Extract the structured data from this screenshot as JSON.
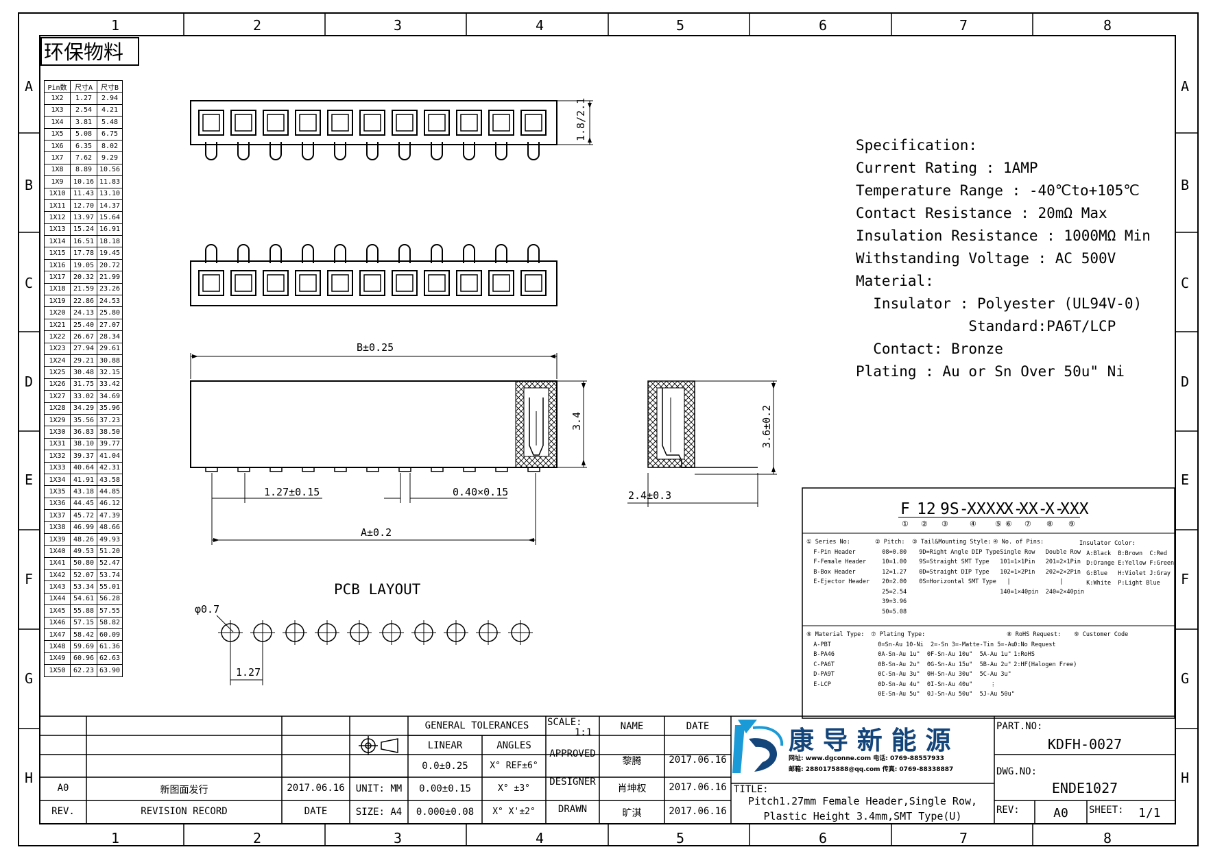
{
  "stamp": "环保物料",
  "frame": {
    "cols": [
      "1",
      "2",
      "3",
      "4",
      "5",
      "6",
      "7",
      "8"
    ],
    "rows": [
      "A",
      "B",
      "C",
      "D",
      "E",
      "F",
      "G",
      "H"
    ]
  },
  "pin_table": {
    "headers": [
      "Pin数",
      "尺寸A",
      "尺寸B"
    ],
    "rows": [
      [
        "1X2",
        "1.27",
        "2.94"
      ],
      [
        "1X3",
        "2.54",
        "4.21"
      ],
      [
        "1X4",
        "3.81",
        "5.48"
      ],
      [
        "1X5",
        "5.08",
        "6.75"
      ],
      [
        "1X6",
        "6.35",
        "8.02"
      ],
      [
        "1X7",
        "7.62",
        "9.29"
      ],
      [
        "1X8",
        "8.89",
        "10.56"
      ],
      [
        "1X9",
        "10.16",
        "11.83"
      ],
      [
        "1X10",
        "11.43",
        "13.10"
      ],
      [
        "1X11",
        "12.70",
        "14.37"
      ],
      [
        "1X12",
        "13.97",
        "15.64"
      ],
      [
        "1X13",
        "15.24",
        "16.91"
      ],
      [
        "1X14",
        "16.51",
        "18.18"
      ],
      [
        "1X15",
        "17.78",
        "19.45"
      ],
      [
        "1X16",
        "19.05",
        "20.72"
      ],
      [
        "1X17",
        "20.32",
        "21.99"
      ],
      [
        "1X18",
        "21.59",
        "23.26"
      ],
      [
        "1X19",
        "22.86",
        "24.53"
      ],
      [
        "1X20",
        "24.13",
        "25.80"
      ],
      [
        "1X21",
        "25.40",
        "27.07"
      ],
      [
        "1X22",
        "26.67",
        "28.34"
      ],
      [
        "1X23",
        "27.94",
        "29.61"
      ],
      [
        "1X24",
        "29.21",
        "30.88"
      ],
      [
        "1X25",
        "30.48",
        "32.15"
      ],
      [
        "1X26",
        "31.75",
        "33.42"
      ],
      [
        "1X27",
        "33.02",
        "34.69"
      ],
      [
        "1X28",
        "34.29",
        "35.96"
      ],
      [
        "1X29",
        "35.56",
        "37.23"
      ],
      [
        "1X30",
        "36.83",
        "38.50"
      ],
      [
        "1X31",
        "38.10",
        "39.77"
      ],
      [
        "1X32",
        "39.37",
        "41.04"
      ],
      [
        "1X33",
        "40.64",
        "42.31"
      ],
      [
        "1X34",
        "41.91",
        "43.58"
      ],
      [
        "1X35",
        "43.18",
        "44.85"
      ],
      [
        "1X36",
        "44.45",
        "46.12"
      ],
      [
        "1X37",
        "45.72",
        "47.39"
      ],
      [
        "1X38",
        "46.99",
        "48.66"
      ],
      [
        "1X39",
        "48.26",
        "49.93"
      ],
      [
        "1X40",
        "49.53",
        "51.20"
      ],
      [
        "1X41",
        "50.80",
        "52.47"
      ],
      [
        "1X42",
        "52.07",
        "53.74"
      ],
      [
        "1X43",
        "53.34",
        "55.01"
      ],
      [
        "1X44",
        "54.61",
        "56.28"
      ],
      [
        "1X45",
        "55.88",
        "57.55"
      ],
      [
        "1X46",
        "57.15",
        "58.82"
      ],
      [
        "1X47",
        "58.42",
        "60.09"
      ],
      [
        "1X48",
        "59.69",
        "61.36"
      ],
      [
        "1X49",
        "60.96",
        "62.63"
      ],
      [
        "1X50",
        "62.23",
        "63.90"
      ]
    ]
  },
  "dims": {
    "height_top": "1.8/2.1",
    "b_dim": "B±0.25",
    "height_side": "3.4",
    "pitch": "1.27±0.15",
    "pin_size": "0.40×0.15",
    "a_dim": "A±0.2",
    "height_end": "3.6±0.2",
    "foot": "2.4±0.3",
    "pcb_title": "PCB LAYOUT",
    "hole": "φ0.7",
    "pcb_pitch": "1.27"
  },
  "spec": [
    "Specification:",
    "Current Rating : 1AMP",
    "Temperature Range : -40℃to+105℃",
    "Contact Resistance : 20mΩ Max",
    "Insulation Resistance : 1000MΩ Min",
    "Withstanding Voltage : AC 500V",
    "Material:",
    "  Insulator : Polyester (UL94V-0)",
    "             Standard:PA6T/LCP",
    "  Contact: Bronze",
    "Plating : Au or Sn Over 50u\" Ni"
  ],
  "part_code": {
    "segments": [
      "F",
      "12",
      "9S-",
      "XXX",
      "X",
      "X-",
      "XX-",
      "X-",
      "XXX"
    ],
    "nums": [
      "①",
      "②",
      "③",
      "④",
      "⑤",
      "⑥",
      "⑦",
      "⑧",
      "⑨"
    ],
    "series": "① Series No:\n  F-Pin Header\n  F-Female Header\n  B-Box Header\n  E-Ejector Header",
    "pitch": "② Pitch:\n  08=0.80\n  10=1.00\n  12=1.27\n  20=2.00\n  25=2.54\n  39=3.96\n  50=5.08",
    "tail": "③ Tail&Mounting Style:\n  9D=Right Angle DIP Type\n  9S=Straight SMT Type\n  0D=Straight DIP Type\n  0S=Horizontal SMT Type",
    "pins": "④ No. of Pins:\n  Single Row   Double Row\n  101=1×1Pin   201=2×1Pin\n  102=1×2Pin   202=2×2Pin\n    |              |\n  140=1×40pin  240=2×40pin",
    "color": "Insulator Color:\n  A:Black  B:Brown  C:Red\n  D:Orange E:Yellow F:Green\n  G:Blue   H:Violet J:Gray\n  K:White  P:Light Blue",
    "material": "⑥ Material Type:\n  A-PBT\n  B-PA46\n  C-PA6T\n  D-PA9T\n  E-LCP",
    "plating": "⑦ Plating Type:\n  0=Sn-Au 10-Ni  2=-Sn 3=-Matte-Tin 5=-Au\n  0A-Sn-Au 1u\"  0F-Sn-Au 10u\"  5A-Au 1u\"\n  0B-Sn-Au 2u\"  0G-Sn-Au 15u\"  5B-Au 2u\"\n  0C-Sn-Au 3u\"  0H-Sn-Au 30u\"  5C-Au 3u\"\n  0D-Sn-Au 4u\"  0I-Sn-Au 40u\"     ⋮\n  0E-Sn-Au 5u\"  0J-Sn-Au 50u\"  5J-Au 50u\"",
    "rohs": "⑧ RoHS Request:\n  0:No Request\n  1:RoHS\n  2:HF(Halogen Free)",
    "customer": "⑨ Customer Code"
  },
  "title_block": {
    "rev_rows": [
      [
        "A0",
        "新图面发行",
        "2017.06.16"
      ]
    ],
    "rev_head": [
      "REV.",
      "REVISION RECORD",
      "DATE"
    ],
    "unit": "UNIT: MM",
    "size": "SIZE: A4",
    "tol_title": "GENERAL TOLERANCES",
    "tol_linear": "LINEAR",
    "tol_angles": "ANGLES",
    "lin": [
      "0.0±0.25",
      "0.00±0.15",
      "0.000±0.08"
    ],
    "ang": [
      "X° REF±6°",
      "X° ±3°",
      "X° X'±2°"
    ],
    "scale_label": "SCALE:",
    "scale": "1:1",
    "name_h": "NAME",
    "date_h": "DATE",
    "approved": "APPROVED",
    "designer": "DESIGNER",
    "drawn": "DRAWN",
    "approved_name": "黎腾",
    "designer_name": "肖坤权",
    "drawn_name": "旷淇",
    "d1": "2017.06.16",
    "d2": "2017.06.16",
    "d3": "2017.06.16",
    "company": "康 导 新 能 源",
    "contact1": "网址: www.dgconne.com   电话: 0769-88557933",
    "contact2": "邮箱: 2880175888@qq.com  传真: 0769-88338887",
    "title_label": "TITLE:",
    "title1": "Pitch1.27mm Female Header,Single Row,",
    "title2": "Plastic Height 3.4mm,SMT Type(U)",
    "part_label": "PART.NO:",
    "part": "KDFH-0027",
    "dwg_label": "DWG.NO:",
    "dwg": "ENDE1027",
    "rev_label": "REV:",
    "rev": "A0",
    "sheet_label": "SHEET:",
    "sheet": "1/1"
  },
  "colors": {
    "line": "#000000",
    "logo_blue": "#1a9ad6",
    "logo_dark": "#13447a"
  }
}
